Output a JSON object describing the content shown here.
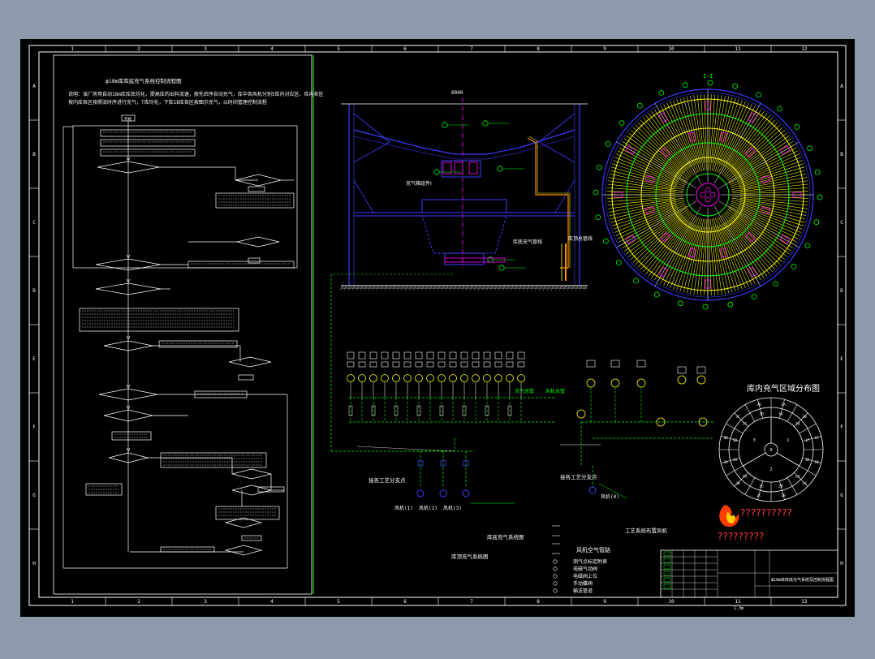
{
  "colors": {
    "background": "#8e9aac",
    "sheet": "#000000",
    "frame": "#ffffff",
    "blue": "#3b3bff",
    "green": "#00ff00",
    "yellow": "#ffff00",
    "magenta": "#ff00ff",
    "orange": "#ff8c00",
    "red": "#ff2020"
  },
  "grid": {
    "columns": [
      "1",
      "2",
      "3",
      "4",
      "5",
      "6",
      "7",
      "8",
      "9",
      "10",
      "11",
      "12"
    ],
    "rows": [
      "A",
      "B",
      "C",
      "D",
      "E",
      "F",
      "G",
      "H"
    ]
  },
  "flowchart": {
    "flow_title": "ф18m库库底充气系统控制流程图",
    "description_line1": "说明：该厂房用自动18m库库底均化，提高库的出料流速，按先后序自动充气，库中各风机分别5库内对应区、库内各区",
    "description_line2": "按内库各区按照流时序进行充气，T库均化，下库18库各区按图示充气，以时间管理控制流程",
    "start_label": "开始"
  },
  "legend": {
    "items": [
      {
        "symbol": "ball-valve",
        "label": "测气点标定附表"
      },
      {
        "symbol": "solenoid",
        "label": "电磁气动阀"
      },
      {
        "symbol": "reducer",
        "label": "电磁阀上位"
      },
      {
        "symbol": "pressure",
        "label": "手动蝶阀"
      },
      {
        "symbol": "pipe",
        "label": "输送管道"
      }
    ]
  },
  "labels": {
    "dimension_top": "8000",
    "section_label": "I—I",
    "pipe_note1": "充气箱组件Ⅰ",
    "pipe_note2": "库底充气管线",
    "pipe_note3": "库顶总管线",
    "manifold_label1": "充气总管",
    "manifold_label2": "风机总管",
    "blower_label1": "风机(1)",
    "blower_label2": "风机(2)",
    "blower_label3": "风机(3)",
    "blower_label4": "风机(4)",
    "process_label_left": "接各工艺分支点",
    "process_label_right": "接各工艺分支点",
    "caption_left1": "库底充气系统图",
    "caption_left2": "库顶充气系统图",
    "caption_right": "工艺系统布置风机",
    "legend_title": "风机空气管路",
    "zone_title": "库内充气区域分布图",
    "watermark_text": "??????????",
    "watermark_text2": "?????????",
    "drawing_title": "ф18m库库底充气系统及控制流程图",
    "bottom_note": "1.3m"
  },
  "zone_numbers": {
    "center": "0",
    "inner": [
      "1",
      "2",
      "3"
    ],
    "outer": [
      "1A",
      "1B",
      "1C",
      "1D",
      "2A",
      "2B",
      "2C",
      "2D",
      "3A",
      "3B",
      "3C",
      "3D"
    ]
  }
}
